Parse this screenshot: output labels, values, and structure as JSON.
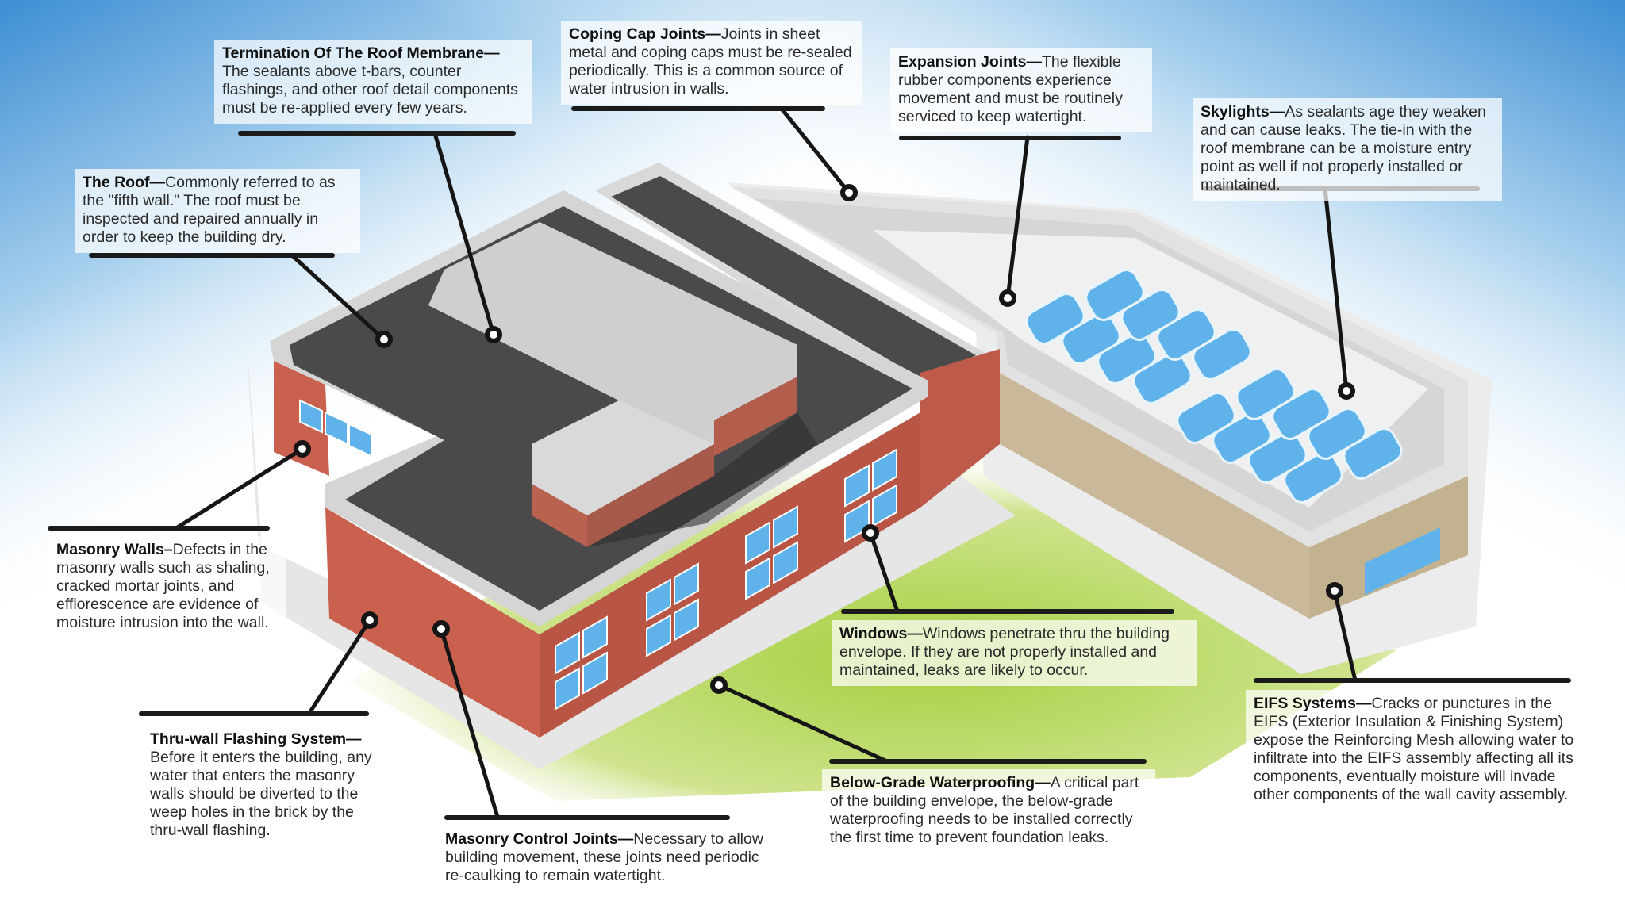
{
  "callouts": {
    "termination": {
      "title": "Termination Of The Roof Membrane—",
      "body": "The sealants above t-bars, counter flashings, and other roof detail components must be re-applied every few years."
    },
    "coping": {
      "title": "Coping Cap Joints—",
      "body": "Joints in sheet metal and coping caps must be re-sealed periodically. This is a common source of water intrusion in walls."
    },
    "expansion": {
      "title": "Expansion Joints—",
      "body": "The flexible rubber components experience movement and must be routinely serviced to keep watertight."
    },
    "skylights": {
      "title": "Skylights—",
      "body": "As sealants age they weaken and can cause leaks. The tie-in with the roof membrane can be a moisture entry point as well if not properly installed or maintained."
    },
    "roof": {
      "title": "The Roof—",
      "body": "Commonly referred to as the \"fifth wall.\" The roof must be inspected and repaired annually in order to keep the building dry."
    },
    "masonry_walls": {
      "title": "Masonry Walls–",
      "body": "Defects in the masonry walls such as shaling, cracked mortar joints, and efflorescence are evidence of moisture intrusion into the wall."
    },
    "windows": {
      "title": "Windows—",
      "body": "Windows penetrate thru the building envelope. If they are not properly installed and maintained, leaks are likely to occur."
    },
    "eifs": {
      "title": "EIFS Systems—",
      "body": "Cracks or punctures in the EIFS (Exterior Insulation & Finishing System) expose the Reinforcing Mesh allowing water to infiltrate into the EIFS assembly affecting all its components, eventually moisture will invade other components of the wall cavity assembly."
    },
    "thruwall": {
      "title": "Thru-wall Flashing System—",
      "body": "Before it enters the building, any water that enters the masonry walls should be diverted to the weep holes in the brick by the thru-wall flashing."
    },
    "control_joints": {
      "title": "Masonry Control Joints—",
      "body": "Necessary to allow building movement, these joints need periodic re-caulking to remain watertight."
    },
    "below_grade": {
      "title": "Below-Grade Waterproofing—",
      "body": "A critical part of the building envelope, the below-grade waterproofing needs to be installed correctly the first time to prevent foundation leaks."
    }
  },
  "colors": {
    "sky_blue": "#3d8ed4",
    "roof_dark": "#4a4a4a",
    "brick": "#c9614e",
    "grass": "#a4cf3f",
    "eifs_tan": "#c9b99a",
    "skylight": "#5fb3ea"
  }
}
